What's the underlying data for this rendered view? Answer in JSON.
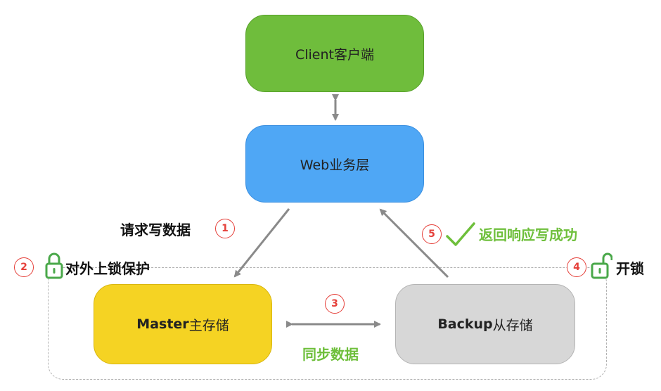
{
  "nodes": {
    "client": "Client客户端",
    "web": "Web业务层",
    "master_bold": "Master",
    "master_rest": "主存储",
    "backup_bold": "Backup",
    "backup_rest": "从存储"
  },
  "steps": {
    "s1": {
      "num": "1",
      "label": "请求写数据"
    },
    "s2": {
      "num": "2",
      "label": "对外上锁保护"
    },
    "s3": {
      "num": "3",
      "label": "同步数据"
    },
    "s4": {
      "num": "4",
      "label": "开锁"
    },
    "s5": {
      "num": "5",
      "label": "返回响应写成功"
    }
  },
  "icons": {
    "lock_locked": "lock-closed-icon",
    "lock_open": "lock-open-icon",
    "check": "checkmark-icon"
  },
  "colors": {
    "client": "#6fbd3c",
    "web": "#4fa7f5",
    "master": "#f5d323",
    "backup": "#d7d7d7",
    "step_ring": "#e5403a",
    "success_green": "#6ebf3b",
    "arrow": "#8a8a8a"
  }
}
